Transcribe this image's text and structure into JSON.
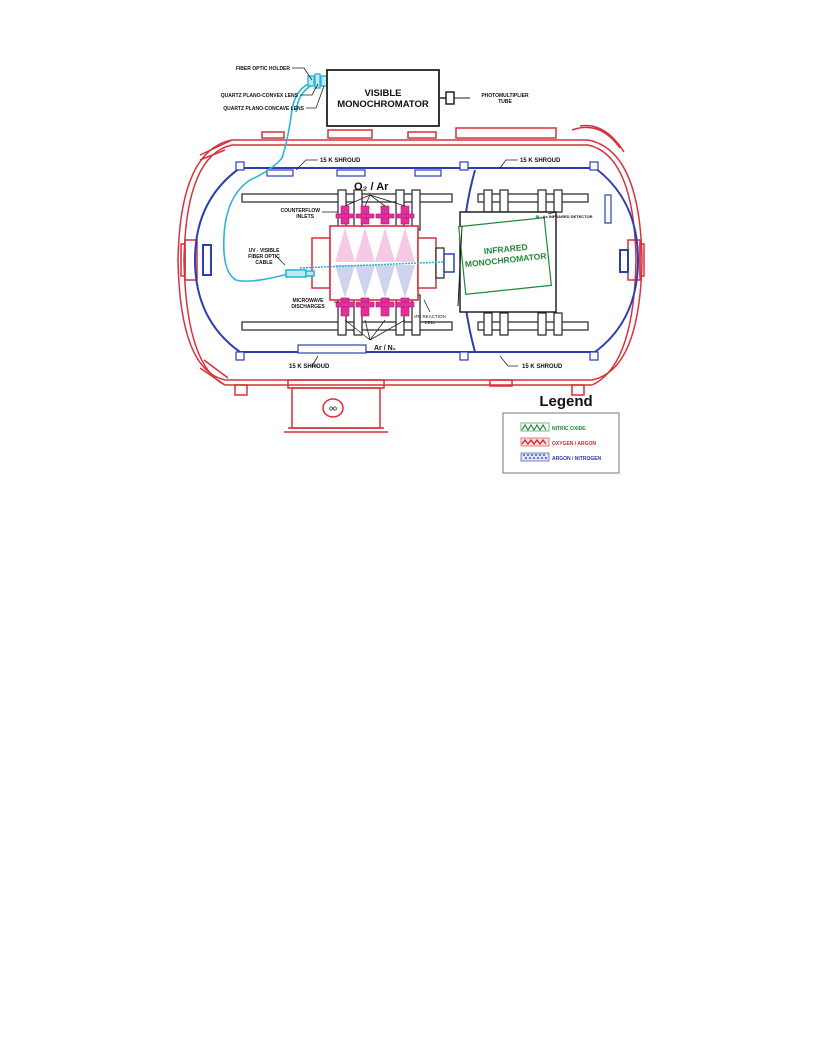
{
  "labels": {
    "fiber_optic_holder": "FIBER OPTIC HOLDER",
    "quartz_convex": "QUARTZ PLANO-CONVEX LENS",
    "quartz_concave": "QUARTZ PLANO-CONCAVE LENS",
    "visible_mono_line1": "VISIBLE",
    "visible_mono_line2": "MONOCHROMATOR",
    "pmt_line1": "PHOTOMULTIPLIER",
    "pmt_line2": "TUBE",
    "shroud_top_left": "15 K  SHROUD",
    "shroud_top_right": "15 K  SHROUD",
    "shroud_bottom_left": "15 K  SHROUD",
    "shroud_bottom_right": "15 K  SHROUD",
    "o2_ar": "O₂ / Ar",
    "ar_n2": "Ar / N₂",
    "counterflow_line1": "COUNTERFLOW",
    "counterflow_line2": "INLETS",
    "detector": "Si : As INFRARED DETECTOR",
    "ir_mono_line1": "INFRARED",
    "ir_mono_line2": "MONOCHROMATOR",
    "uv_line1": "UV - VISIBLE",
    "uv_line2": "FIBER OPTIC",
    "uv_line3": "CABLE",
    "microwave_line1": "MICROWAVE",
    "microwave_line2": "DISCHARGES",
    "reaction_line1": "IFK REACTION",
    "reaction_line2": "CELL",
    "port": "OO"
  },
  "legend": {
    "title": "Legend",
    "items": [
      {
        "label": "NITRIC OXIDE",
        "color": "#1a8a3a"
      },
      {
        "label": "OXYGEN / ARGON",
        "color": "#d42a2a"
      },
      {
        "label": "ARGON / NITROGEN",
        "color": "#2a3bb0"
      }
    ]
  },
  "colors": {
    "chamber": "#d9303a",
    "shroud": "#2a3fb3",
    "fiber": "#2ab6d8",
    "magenta": "#e0309a",
    "dark": "#222222",
    "ir_text": "#1f8a3a"
  }
}
